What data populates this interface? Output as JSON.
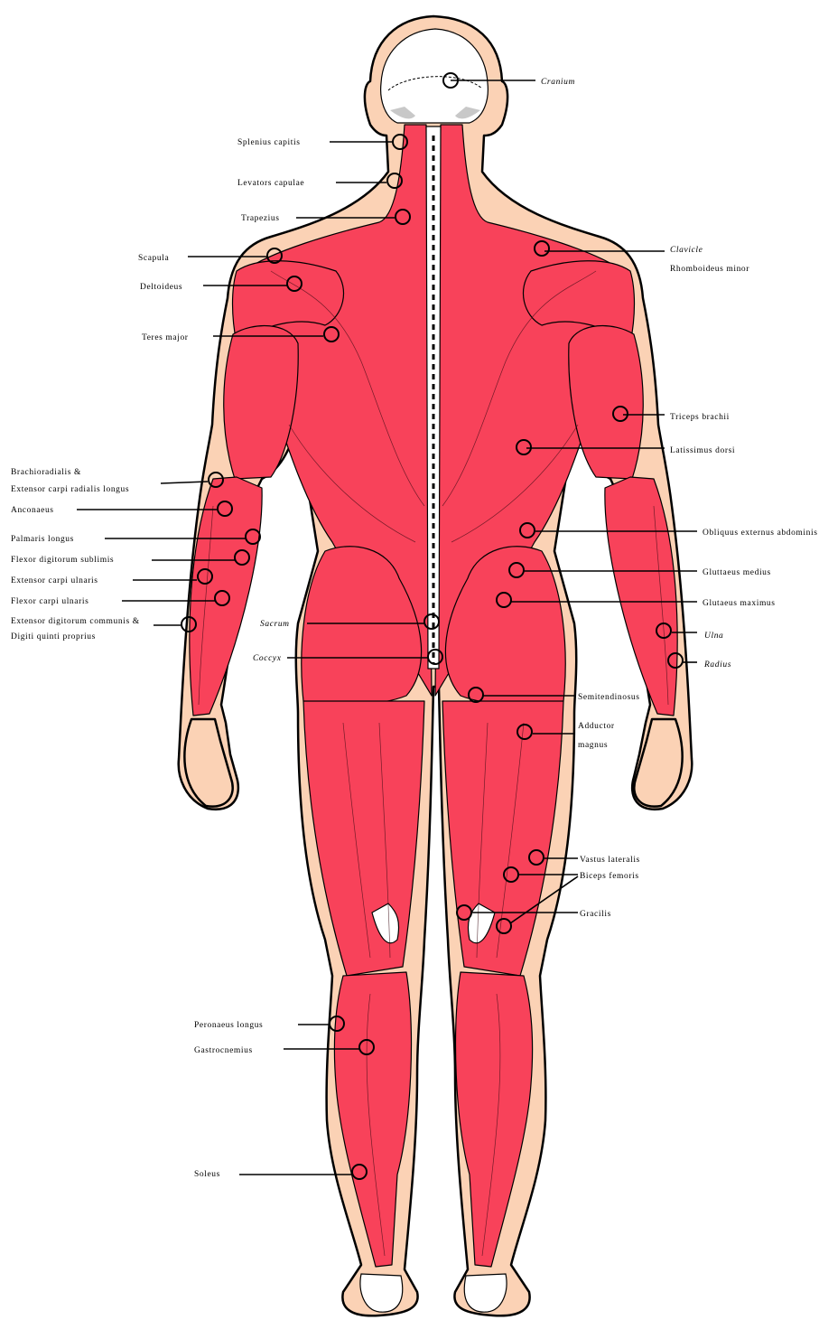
{
  "labels": {
    "cranium": "Cranium",
    "splenius_capitis": "Splenius capitis",
    "levator_scapulae": "Levators capulae",
    "trapezius": "Trapezius",
    "scapula": "Scapula",
    "clavicle": "Clavicle",
    "rhomboideus_minor": "Rhomboideus minor",
    "deltoideus": "Deltoideus",
    "teres_major": "Teres major",
    "triceps_brachii": "Triceps brachii",
    "latissimus_dorsi": "Latissimus dorsi",
    "brachioradialis_1": "Brachioradialis &",
    "brachioradialis_2": "Extensor carpi radialis longus",
    "anconaeus": "Anconaeus",
    "palmaris_longus": "Palmaris longus",
    "flexor_digitorum": "Flexor digitorum sublimis",
    "ext_carpi_ulnaris": "Extensor carpi ulnaris",
    "flexor_carpi_ulnaris": "Flexor carpi ulnaris",
    "ext_digitorum_1": "Extensor digitorum communis &",
    "ext_digitorum_2": "Digiti quinti proprius",
    "obliquus": "Obliquus externus abdominis",
    "gluteus_medius": "Gluttaeus medius",
    "gluteus_maximus": "Glutaeus maximus",
    "sacrum": "Sacrum",
    "coccyx": "Coccyx",
    "ulna": "Ulna",
    "radius": "Radius",
    "semitendinosus": "Semitendinosus",
    "adductor_1": "Adductor",
    "adductor_2": "magnus",
    "vastus_lateralis": "Vastus lateralis",
    "biceps_femoris": "Biceps femoris",
    "gracilis": "Gracilis",
    "peronaeus_longus": "Peronaeus longus",
    "gastrocnemius": "Gastrocnemius",
    "soleus": "Soleus"
  },
  "colors": {
    "muscle": "#f8425a",
    "skin": "#fbd2b5",
    "bone": "#ffffff",
    "outline": "#000000"
  }
}
